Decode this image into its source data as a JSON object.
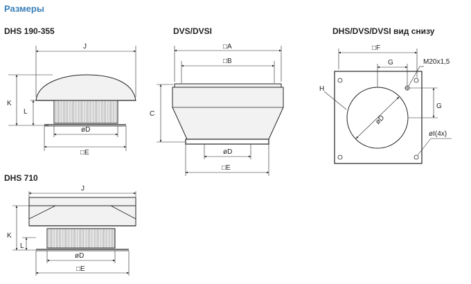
{
  "section_title": "Размеры",
  "views": {
    "dhs_190_355": {
      "title": "DHS 190-355",
      "labels": {
        "j": "J",
        "k": "K",
        "l": "L",
        "d": "øD",
        "e": "□E"
      }
    },
    "dvs": {
      "title": "DVS/DVSI",
      "labels": {
        "a": "□A",
        "b": "□B",
        "c": "C",
        "d": "øD",
        "e": "□E"
      }
    },
    "bottom": {
      "title": "DHS/DVS/DVSI вид снизу",
      "labels": {
        "f": "□F",
        "g_top": "G",
        "g_side": "G",
        "thread": "M20x1,5",
        "h": "H",
        "d": "øD",
        "i": "øI(4x)"
      }
    },
    "dhs_710": {
      "title": "DHS 710",
      "labels": {
        "j": "J",
        "k": "K",
        "l": "L",
        "d": "øD",
        "e": "□E"
      }
    }
  }
}
